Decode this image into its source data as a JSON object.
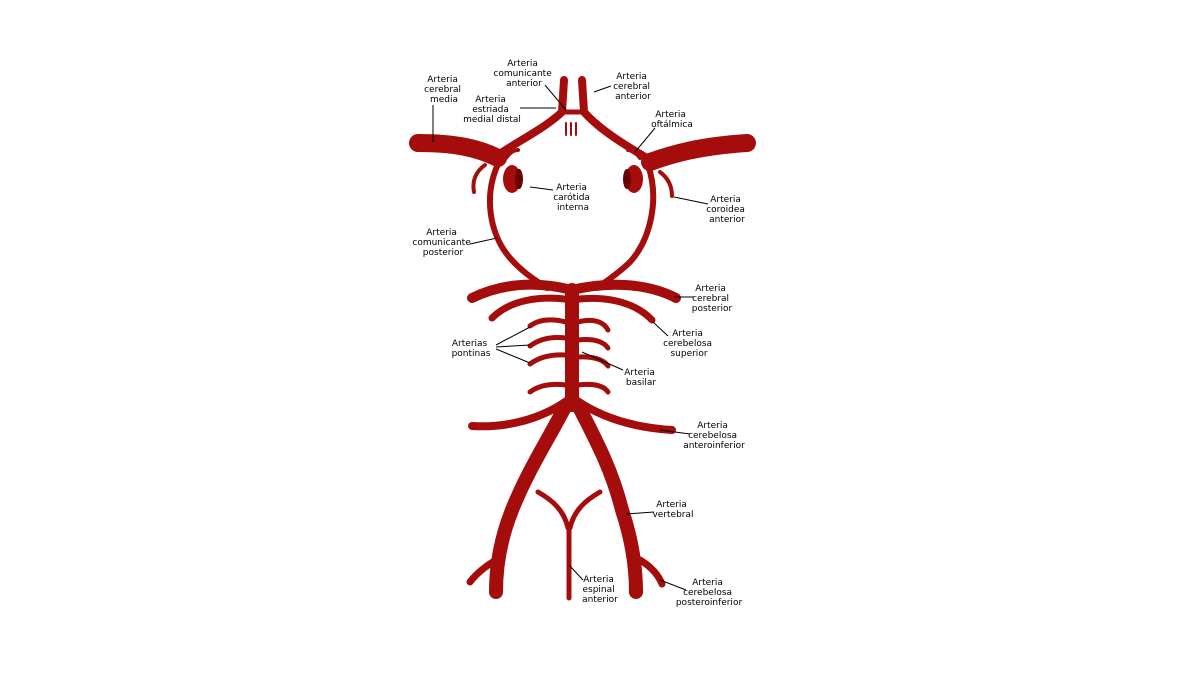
{
  "colors": {
    "artery": "#a50d0d",
    "artery_dark": "#6b0000",
    "leader": "#000000",
    "background": "#ffffff"
  },
  "labels": {
    "comunicante_anterior": [
      "Arteria",
      "comunicante",
      "anterior"
    ],
    "cerebral_anterior": [
      "Arteria",
      "cerebral",
      "anterior"
    ],
    "cerebral_media": [
      "Arteria",
      "cerebral",
      "media"
    ],
    "estriada_medial_distal": [
      "Arteria",
      "estriada",
      "medial distal"
    ],
    "oftalmica": [
      "Arteria",
      "oftálmica"
    ],
    "carotida_interna": [
      "Arteria",
      "carótida",
      "interna"
    ],
    "coroidea_anterior": [
      "Arteria",
      "coroidea",
      "anterior"
    ],
    "comunicante_posterior": [
      "Arteria",
      "comunicante",
      "posterior"
    ],
    "cerebral_posterior": [
      "Arteria",
      "cerebral",
      "posterior"
    ],
    "cerebelosa_superior": [
      "Arteria",
      "cerebelosa",
      "superior"
    ],
    "pontinas": [
      "Arterias",
      "pontinas"
    ],
    "basilar": [
      "Arteria",
      "basilar"
    ],
    "cerebelosa_anteroinferior": [
      "Arteria",
      "cerebelosa",
      "anteroinferior"
    ],
    "vertebral": [
      "Arteria",
      "vertebral"
    ],
    "espinal_anterior": [
      "Arteria",
      "espinal",
      "anterior"
    ],
    "cerebelosa_posteroinferior": [
      "Arteria",
      "cerebelosa",
      "posteroinferior"
    ]
  }
}
